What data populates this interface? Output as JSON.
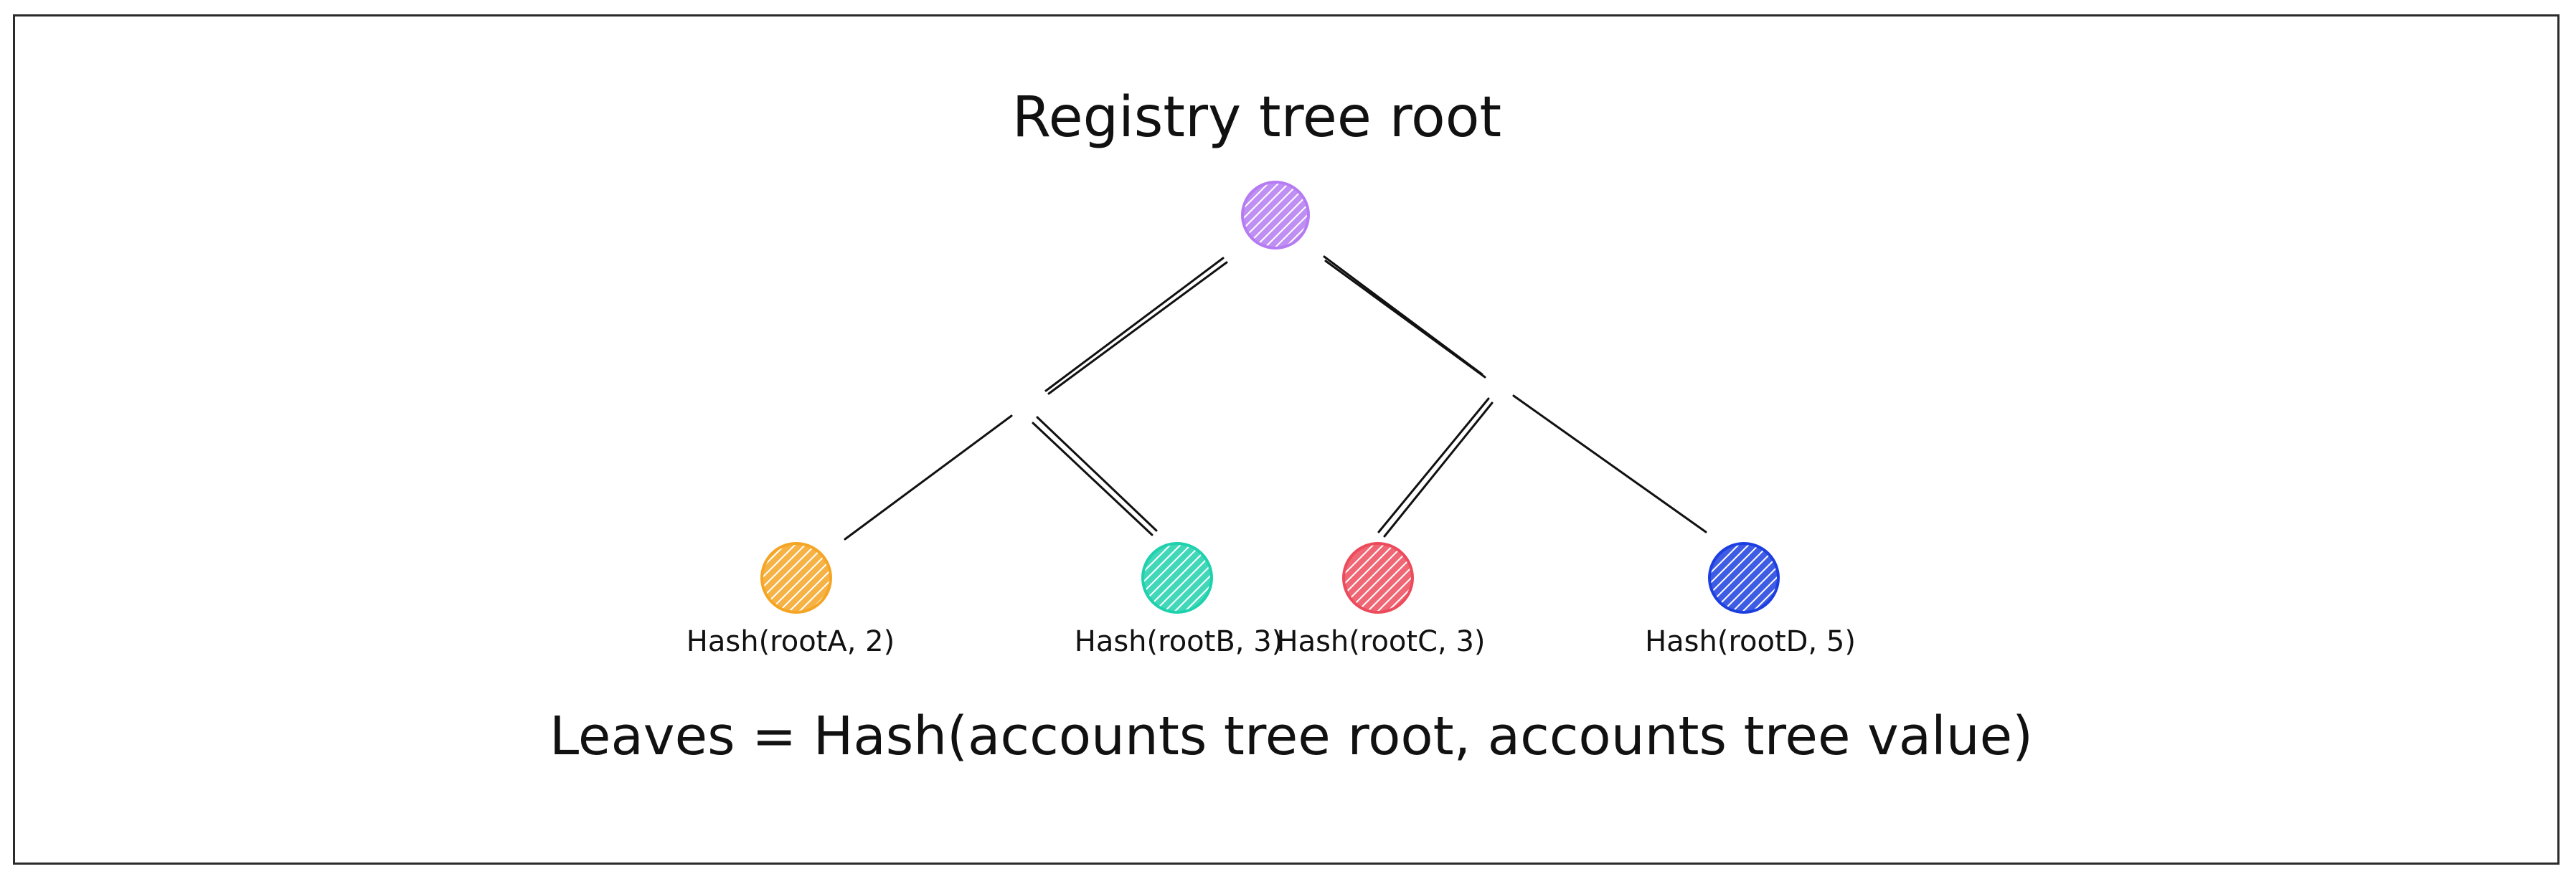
{
  "diagram": {
    "title": "Registry tree root",
    "caption": "Leaves = Hash(accounts tree root, accounts tree value)",
    "root": {
      "color": "#b57bf2"
    },
    "leaves": [
      {
        "label": "Hash(rootA, 2)",
        "color": "#f5a524"
      },
      {
        "label": "Hash(rootB, 3)",
        "color": "#1fd1ad"
      },
      {
        "label": "Hash(rootC, 3)",
        "color": "#ec4b5c"
      },
      {
        "label": "Hash(rootD, 5)",
        "color": "#1d3fe0"
      }
    ]
  }
}
